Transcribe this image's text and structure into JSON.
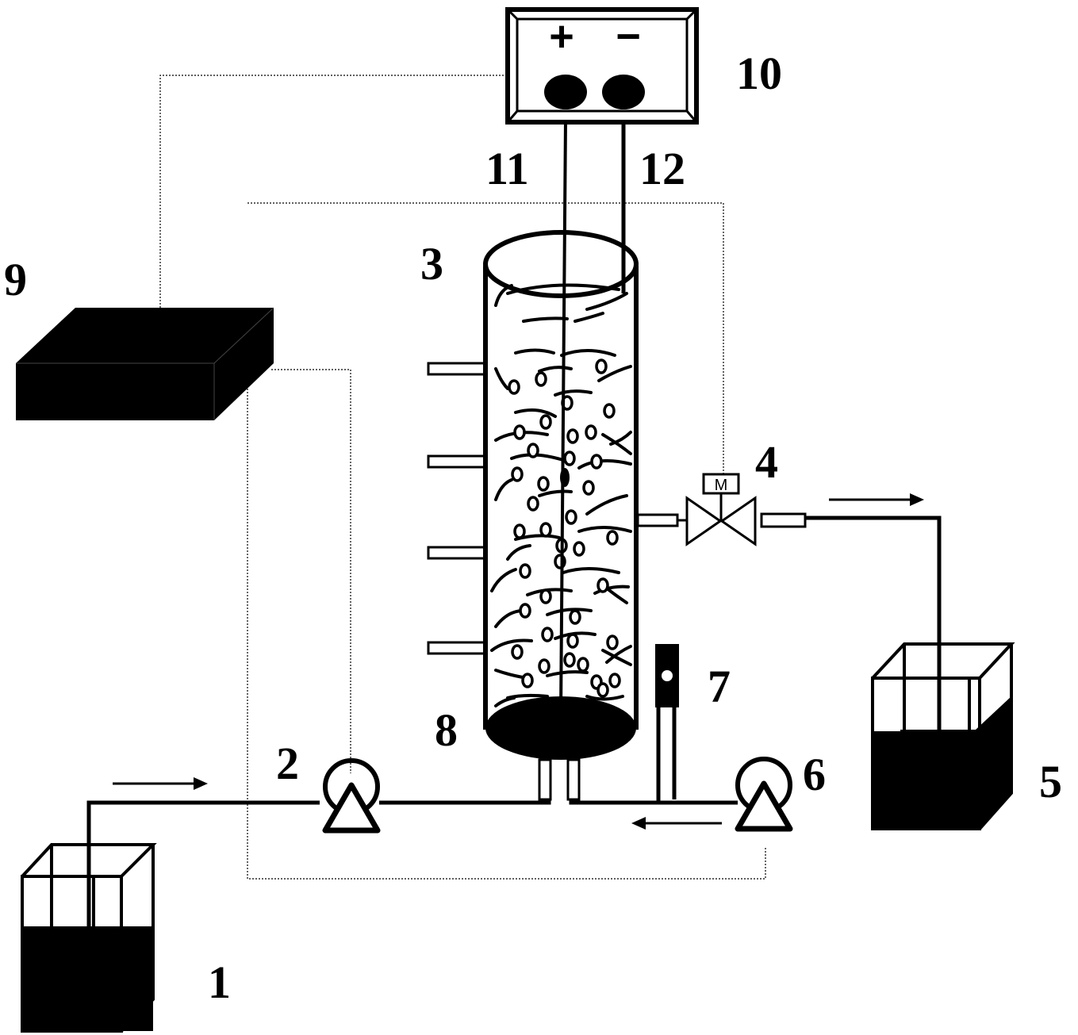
{
  "labels": {
    "tank_influent": "1",
    "pump_feed": "2",
    "reactor": "3",
    "valve": "4",
    "tank_effluent": "5",
    "pump_recirc": "6",
    "flowmeter": "7",
    "bottom_plate": "8",
    "controller": "9",
    "power_supply": "10",
    "electrode_anode": "11",
    "electrode_cathode": "12"
  },
  "power_supply": {
    "plus": "+",
    "minus": "−"
  },
  "valve": {
    "actuator": "M"
  }
}
